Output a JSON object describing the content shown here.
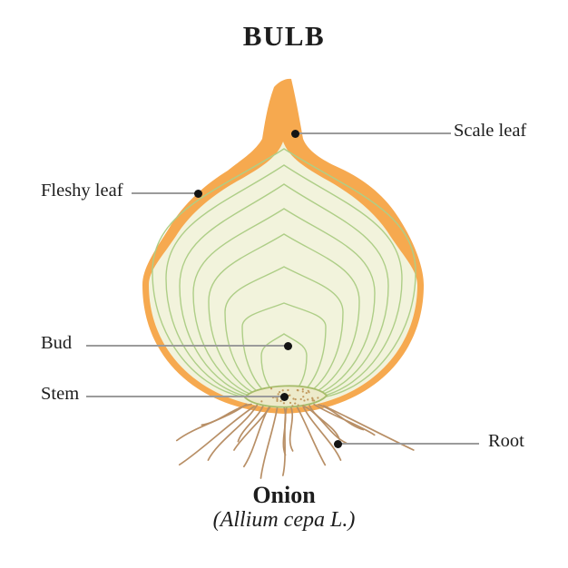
{
  "title": "BULB",
  "labels": {
    "scale_leaf": "Scale leaf",
    "fleshy_leaf": "Fleshy leaf",
    "bud": "Bud",
    "stem": "Stem",
    "root": "Root"
  },
  "caption": {
    "name": "Onion",
    "latin": "(Allium cepa L.)"
  },
  "colors": {
    "skin_orange": "#F6A94F",
    "flesh": "#F2F3DC",
    "layer_line": "#AECE87",
    "stem_plate_outline": "#A6BC6A",
    "stem_plate_fill": "#EDEACA",
    "stem_stipple": "#C19A5F",
    "root": "#B88F66",
    "leader_line": "#9B9B9B",
    "leader_dot": "#141414",
    "text": "#1D1D1D"
  }
}
